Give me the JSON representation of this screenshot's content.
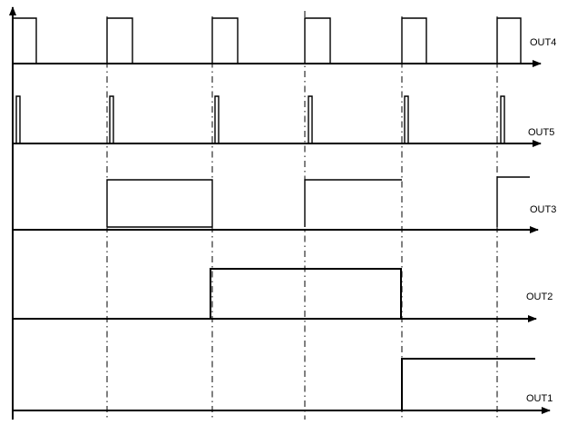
{
  "signals": {
    "out4": {
      "label": "OUT4"
    },
    "out5": {
      "label": "OUT5"
    },
    "out3": {
      "label": "OUT3"
    },
    "out2": {
      "label": "OUT2"
    },
    "out1": {
      "label": "OUT1"
    }
  }
}
